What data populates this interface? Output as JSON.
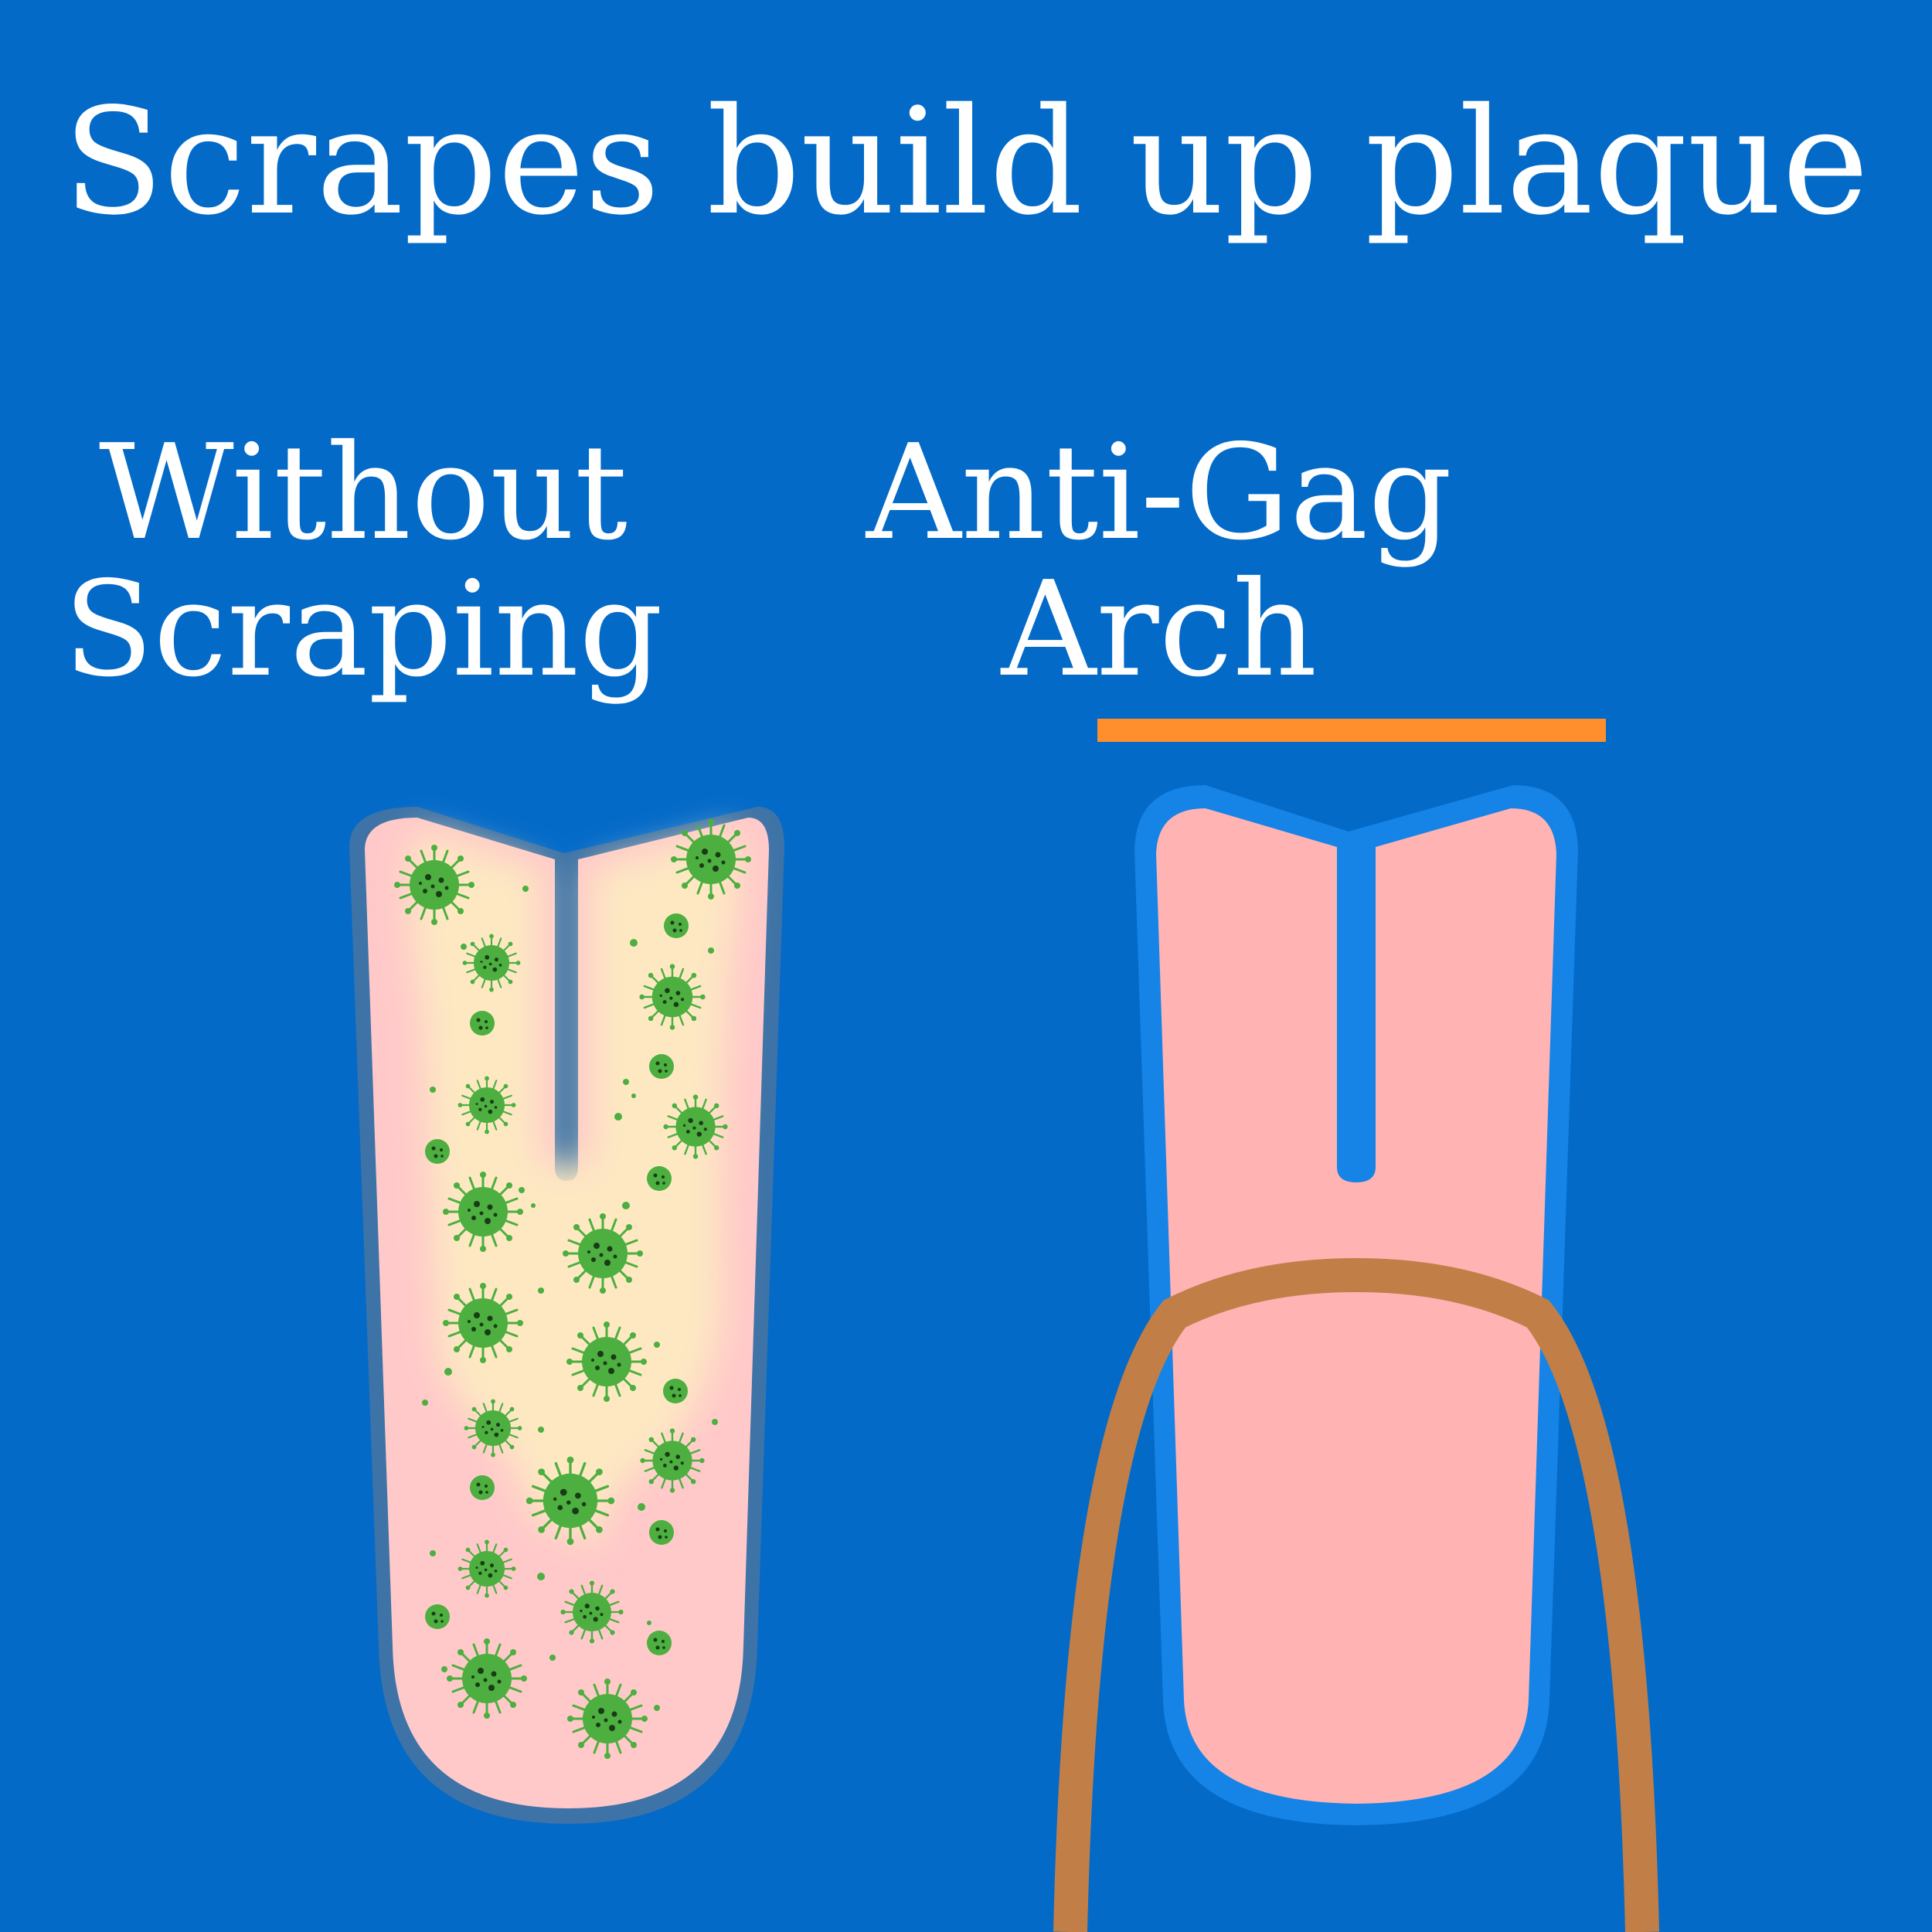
{
  "title": "Scrapes build up plaque",
  "left_panel": {
    "heading_line1": "Without",
    "heading_line2": "Scraping"
  },
  "right_panel": {
    "heading_line1": "Anti-Gag",
    "heading_line2": "Arch"
  },
  "colors": {
    "background": "#036ac8",
    "tongue": "#ffb3b3",
    "plaque": "#fde8c2",
    "outline_dull": "#3e73a7",
    "outline_bright": "#1584e6",
    "bacteria": "#4caf3f",
    "bacteria_spots": "#1a3a18",
    "arch": "#c17f47",
    "highlight_bar": "#ff8f2d",
    "text": "#ffffff"
  },
  "icons": {
    "bacteria": "bacteria-icon",
    "tongue": "tongue-icon",
    "scraper_arch": "scraper-arch-icon"
  }
}
